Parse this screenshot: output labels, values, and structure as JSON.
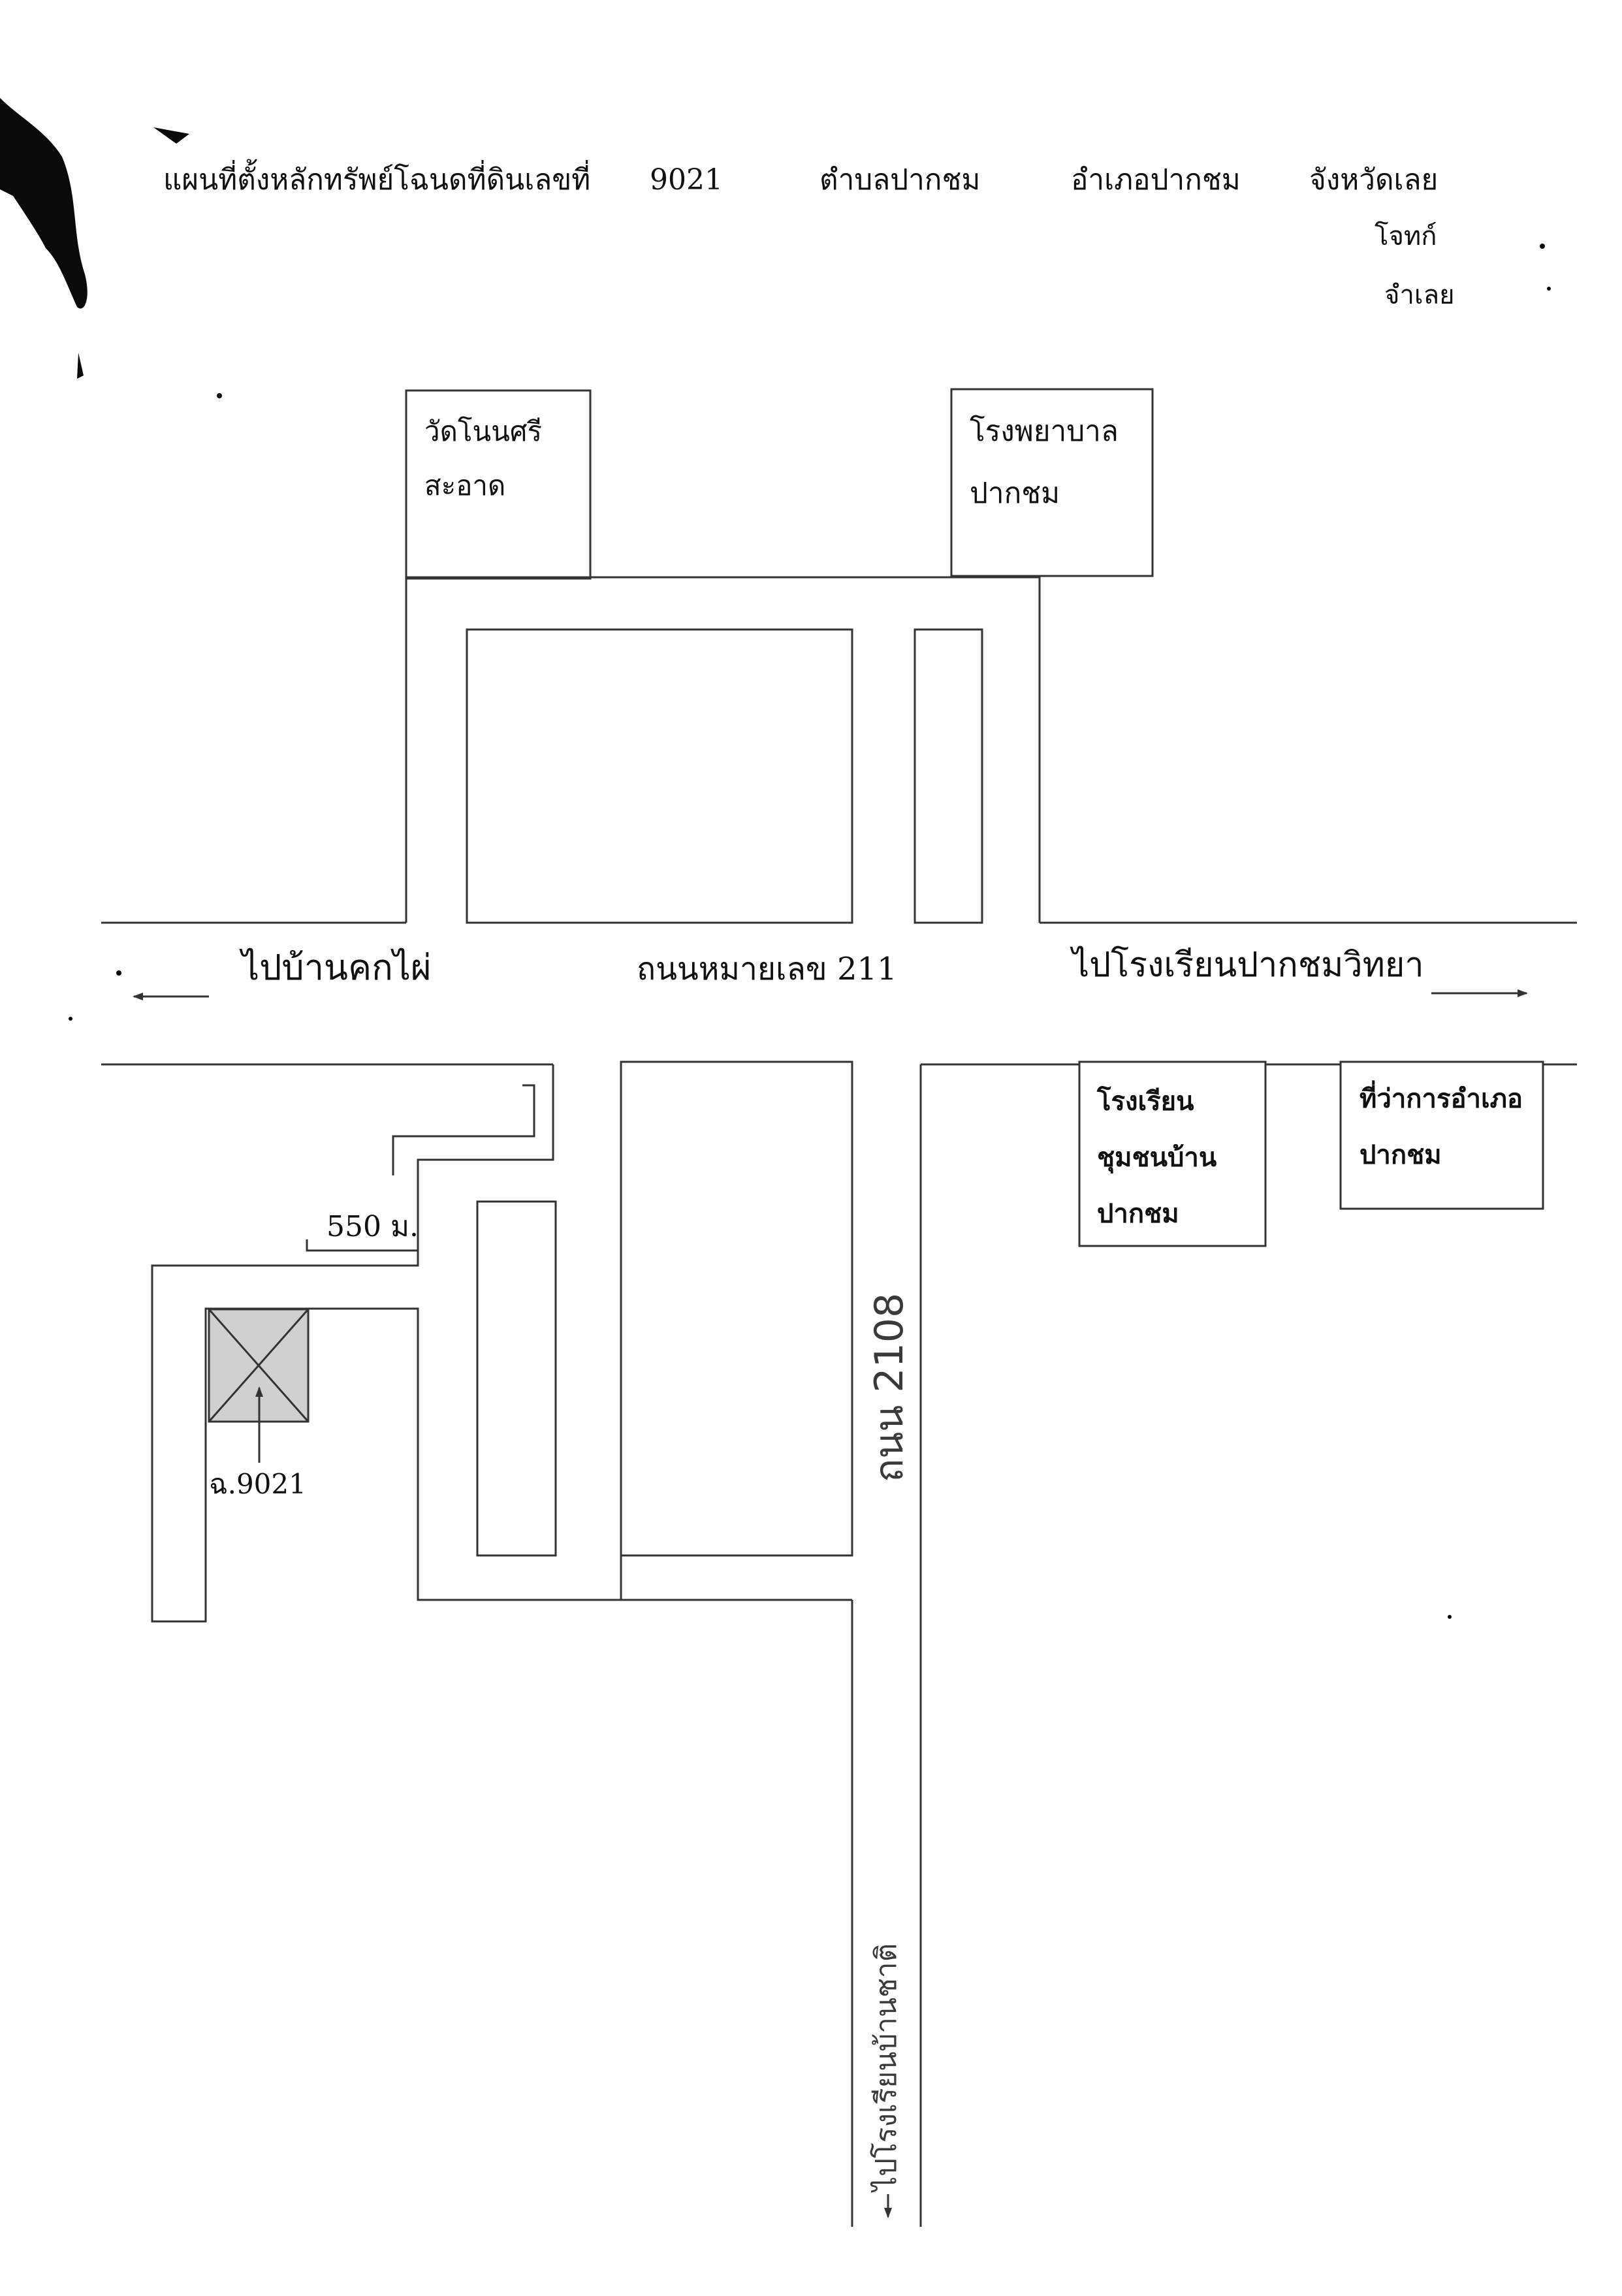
{
  "header": {
    "title": "แผนที่ตั้งหลักทรัพย์โฉนดที่ดินเลขที่",
    "deed_number": "9021",
    "subdistrict": "ตำบลปากชม",
    "district": "อำเภอปากชม",
    "province": "จังหวัดเลย",
    "note_1": "โจทก์",
    "note_2": "จำเลย"
  },
  "landmarks": {
    "temple_line1": "วัดโนนศรี",
    "temple_line2": "สะอาด",
    "hospital_line1": "โรงพยาบาล",
    "hospital_line2": "ปากชม",
    "school_line1": "โรงเรียน",
    "school_line2": "ชุมชนบ้าน",
    "school_line3": "ปากชม",
    "office_line1": "ที่ว่าการอำเภอ",
    "office_line2": "ปากชม"
  },
  "roads": {
    "main_road": "ถนนหมายเลข 211",
    "to_west": "ไปบ้านคกไผ่",
    "to_east": "ไปโรงเรียนปากชมวิทยา",
    "side_road": "ถนน 2108",
    "to_south": "ไปโรงเรียนบ้านชาติ"
  },
  "distance": "550 ม.",
  "parcel": {
    "label": "ฉ.9021",
    "fill_color": "#d0d0d0"
  },
  "colors": {
    "ink": "#333333",
    "paper": "#ffffff"
  }
}
